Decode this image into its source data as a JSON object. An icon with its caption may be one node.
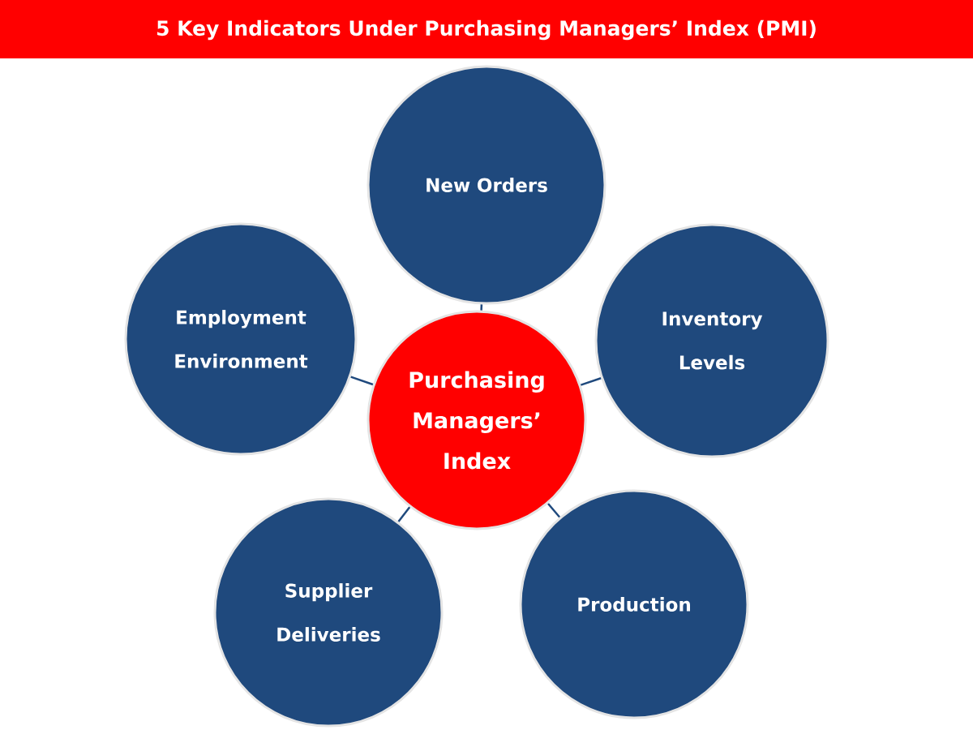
{
  "diagram": {
    "title": "5 Key Indicators Under Purchasing Managers’ Index (PMI)",
    "nodes": [
      {
        "text": [
          "New Orders"
        ]
      },
      {
        "text": [
          "Employment Environment"
        ]
      },
      {
        "text": [
          "Inventory Levels"
        ]
      },
      {
        "text": [
          "Purchasing Managers’ Index"
        ]
      },
      {
        "text": [
          "Supplier Deliveries"
        ]
      },
      {
        "text": [
          "Production"
        ]
      }
    ],
    "edges": [
      {
        "from": 3,
        "to": 0,
        "arrow": "none"
      },
      {
        "from": 3,
        "to": 1,
        "arrow": "none"
      },
      {
        "from": 3,
        "to": 2,
        "arrow": "none"
      },
      {
        "from": 3,
        "to": 4,
        "arrow": "none"
      },
      {
        "from": 3,
        "to": 5,
        "arrow": "none"
      }
    ]
  }
}
